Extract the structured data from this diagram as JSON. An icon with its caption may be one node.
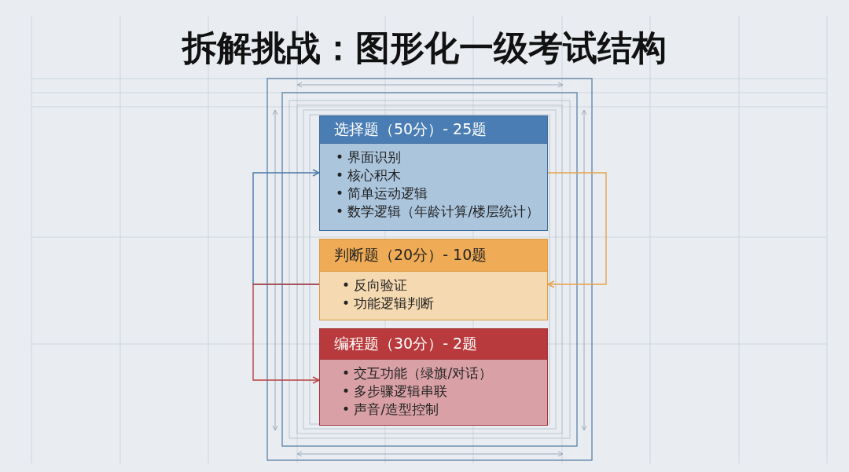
{
  "diagram": {
    "title": "拆解挑战：图形化一级考试结构",
    "nodes": [
      {
        "text": [
          "选择题（50分）- 25题",
          "• 界面识别",
          "• 核心积木",
          "• 简单运动逻辑",
          "• 数学逻辑（年龄计算/楼层统计）"
        ]
      },
      {
        "text": [
          "判断题（20分）- 10题",
          "• 反向验证",
          "• 功能逻辑判断"
        ]
      },
      {
        "text": [
          "编程题（30分）- 2题",
          "• 交互功能（绿旗/对话）",
          "• 多步骤逻辑串联",
          "• 声音/造型控制"
        ]
      }
    ],
    "edges": [
      {
        "from": 0,
        "to": 1,
        "arrow": "to",
        "color": "#e8a14a"
      },
      {
        "from": 1,
        "to": 0,
        "arrow": "to",
        "color": "#4a78a8"
      },
      {
        "from": 1,
        "to": 2,
        "arrow": "to",
        "color": "#b84040"
      }
    ]
  }
}
